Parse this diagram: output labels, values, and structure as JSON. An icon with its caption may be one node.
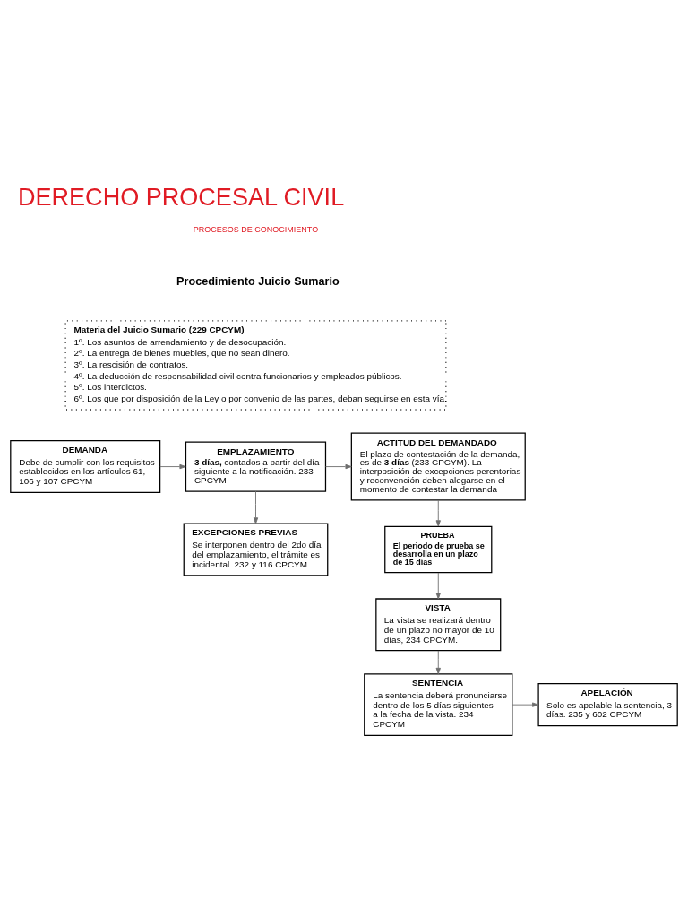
{
  "diagram": {
    "title": "DERECHO PROCESAL CIVIL",
    "nodes": [
      {
        "text": [
          "Materia del Juicio Sumario (229 CPCYM)",
          "1º. Los asuntos de arrendamiento y de desocupación.",
          "2º. La entrega de bienes muebles, que no sean dinero.",
          "3º. La rescisión de contratos.",
          "4º. La deducción de responsabilidad civil contra funcionarios y empleados públicos.",
          "5º. Los interdictos.",
          "6º. Los que por disposición de la Ley o por convenio de las partes, deban seguirse en esta vía."
        ]
      },
      {
        "text": [
          "DEMANDA",
          "Debe de cumplir con los requisitos establecidos en los artículos 61, 106 y 107 CPCYM"
        ]
      },
      {
        "text": [
          "EMPLAZAMIENTO",
          "**3 días,** contados a partir del día siguiente a la notificación. 233 CPCYM"
        ]
      },
      {
        "text": [
          "ACTITUD DEL DEMANDADO",
          "El plazo de contestación de la demanda, es de **3 días** (233 CPCYM). La interposición de excepciones perentorias y reconvención deben alegarse en el momento de contestar la demanda"
        ]
      },
      {
        "text": [
          "EXCEPCIONES PREVIAS",
          "Se interponen dentro del 2do día del emplazamiento, el trámite es incidental. 232 y 116 CPCYM"
        ]
      },
      {
        "text": [
          "PRUEBA",
          "El periodo de prueba se desarrolla en un plazo de 15 días"
        ]
      },
      {
        "text": [
          "VISTA",
          "La vista se realizará dentro de un plazo no mayor de 10 días, 234 CPCYM."
        ]
      },
      {
        "text": [
          "SENTENCIA",
          "La sentencia deberá pronunciarse dentro de los 5 días siguientes a la fecha de la vista. 234 CPCYM"
        ]
      },
      {
        "text": [
          "APELACIÓN",
          "Solo es apelable la sentencia, 3 días. 235 y 602 CPCYM"
        ]
      }
    ],
    "edges": [
      {
        "from": 1,
        "to": 2,
        "arrow": "to"
      },
      {
        "from": 2,
        "to": 3,
        "arrow": "to"
      },
      {
        "from": 2,
        "to": 4,
        "arrow": "to"
      },
      {
        "from": 3,
        "to": 5,
        "arrow": "to"
      },
      {
        "from": 5,
        "to": 6,
        "arrow": "to"
      },
      {
        "from": 6,
        "to": 7,
        "arrow": "to"
      },
      {
        "from": 7,
        "to": 8,
        "arrow": "to"
      }
    ],
    "labels": [
      "PROCESOS DE CONOCIMIENTO",
      "Procedimiento Juicio Sumario"
    ]
  }
}
